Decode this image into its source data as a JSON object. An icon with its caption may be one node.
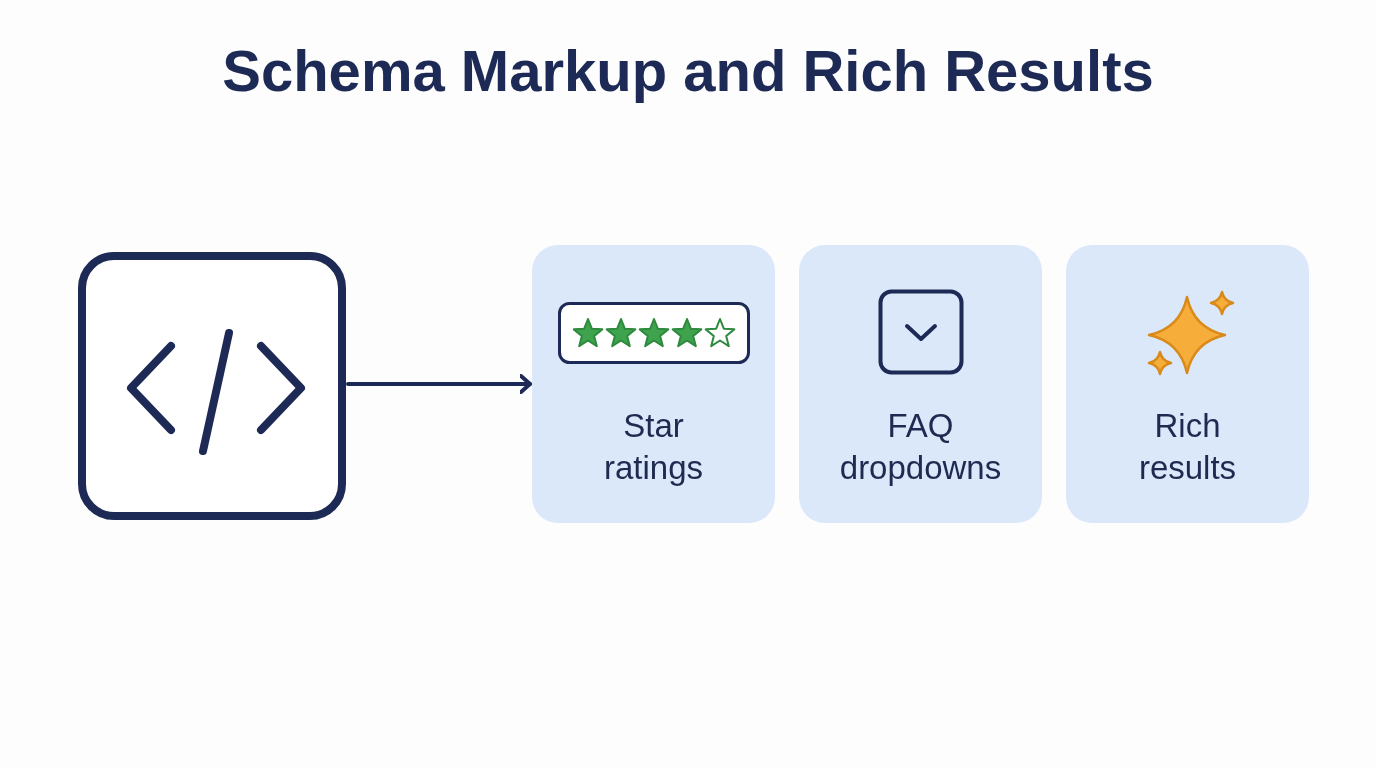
{
  "diagram": {
    "title": "Schema Markup and Rich Results",
    "nodes": [
      {
        "text": [],
        "shape": "box"
      },
      {
        "text": [
          "Star ratings"
        ]
      },
      {
        "text": [
          "FAQ dropdowns"
        ]
      },
      {
        "text": [
          "Rich results"
        ]
      }
    ],
    "edges": [
      {
        "from": 0,
        "to": 1,
        "arrow": "to"
      }
    ]
  }
}
